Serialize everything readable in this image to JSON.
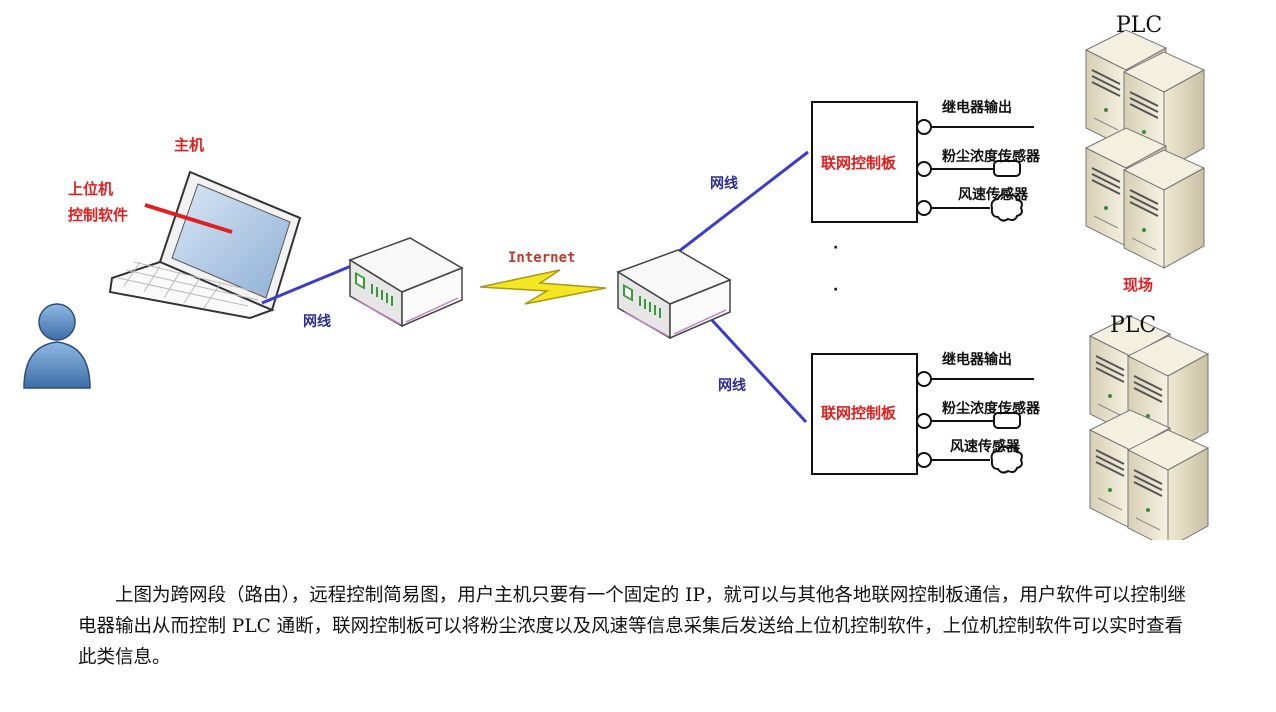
{
  "labels": {
    "host": "主机",
    "software_line1": "上位机",
    "software_line2": "控制软件",
    "cable": "网线",
    "internet": "Internet",
    "board": "联网控制板",
    "relay_output": "继电器输出",
    "dust_sensor": "粉尘浓度传感器",
    "wind_sensor": "风速传感器",
    "plc": "PLC",
    "site": "现场",
    "ellipsis_dot": "·"
  },
  "caption": "上图为跨网段（路由），远程控制简易图，用户主机只要有一个固定的 IP，就可以与其他各地联网控制板通信，用户软件可以控制继电器输出从而控制 PLC 通断，联网控制板可以将粉尘浓度以及风速等信息采集后发送给上位机控制软件，上位机控制软件可以实时查看此类信息。",
  "colors": {
    "label_red": "#e02020",
    "cable_blue": "#3b3bd0",
    "cable_label_blue": "#2d2d9a",
    "lightning_yellow": "#f5e623",
    "router_green": "#3a9a3a",
    "server_beige": "#ece6cf",
    "person_blue": "#5b8fc9"
  },
  "icons": [
    "person-icon",
    "laptop-icon",
    "router-icon",
    "lightning-icon",
    "server-icon",
    "cloud-icon"
  ]
}
